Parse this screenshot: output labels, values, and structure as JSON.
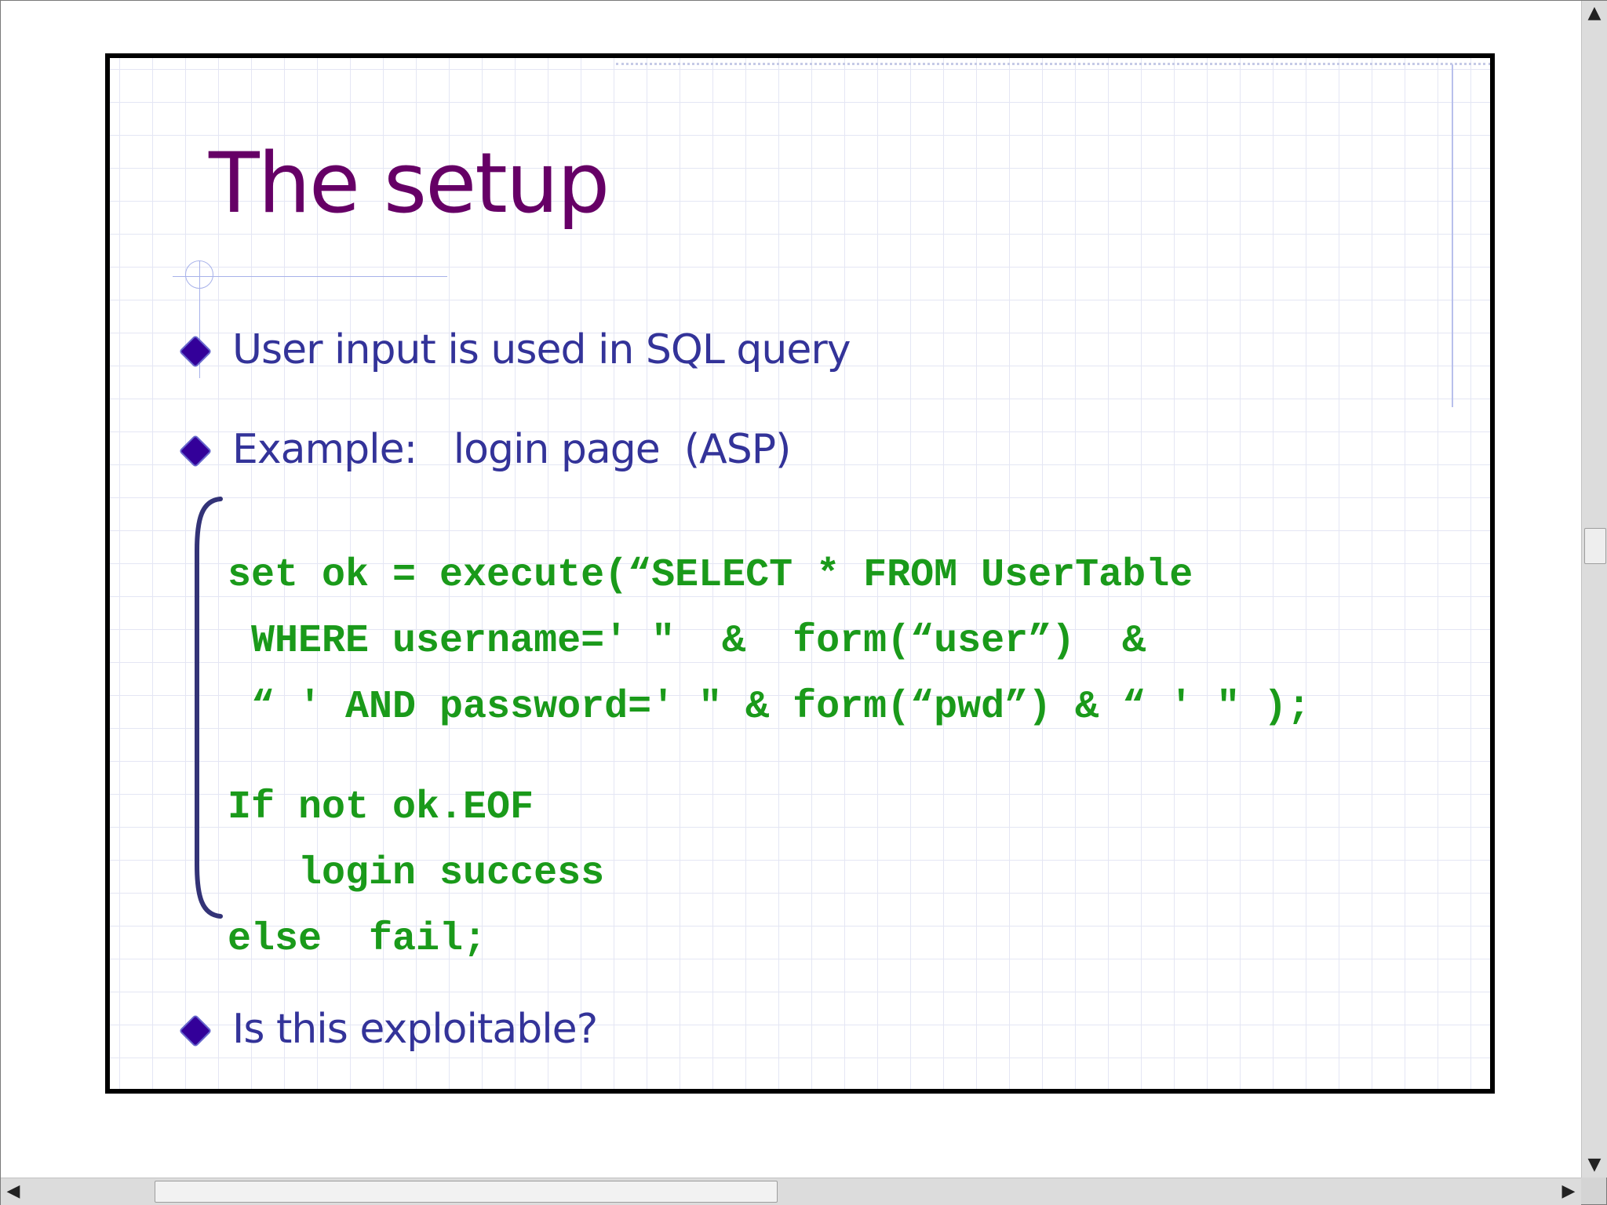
{
  "slide": {
    "title": "The setup",
    "bullets": [
      {
        "text": "User input is used in SQL query"
      },
      {
        "text": "Example:   login page  (ASP)"
      },
      {
        "text": "Is this exploitable?"
      }
    ],
    "code_lines": [
      "set ok = execute(“SELECT * FROM UserTable",
      " WHERE username=′ ″  &  form(“user”)  &",
      " “ ′ AND password=′ ″ & form(“pwd”) & “ ′ ″ );",
      "If not ok.EOF",
      "   login success",
      "else  fail;"
    ],
    "colors": {
      "title": "#660066",
      "bullet_text": "#333399",
      "bullet_icon": "#330099",
      "code": "#1a9a1a",
      "bracket": "#333377",
      "grid": "#e4e6f4"
    }
  },
  "scrollbars": {
    "up_arrow": "▲",
    "down_arrow": "▼",
    "left_arrow": "◀",
    "right_arrow": "▶"
  }
}
